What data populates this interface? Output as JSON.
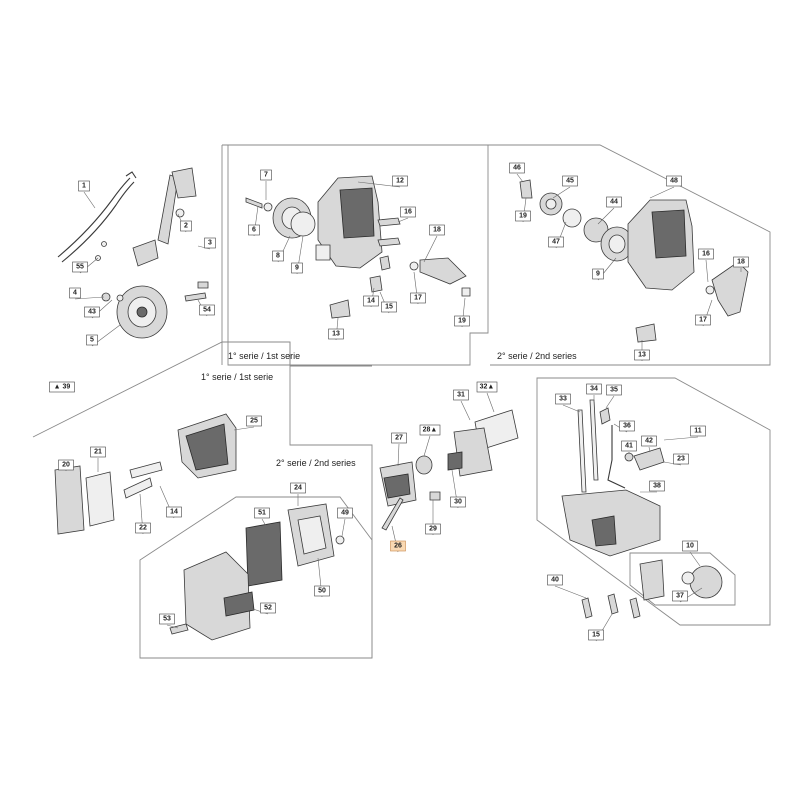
{
  "captions": {
    "top_center": "1° serie / 1st serie",
    "top_right": "2° serie / 2nd series",
    "middle_left": "1° serie / 1st serie",
    "middle_center": "2° serie / 2nd series"
  },
  "colors": {
    "frame": "#8a8a8a",
    "highlight_fill": "#f9d9b3",
    "highlight_stroke": "#c8884a"
  },
  "callouts": [
    {
      "label": "1"
    },
    {
      "label": "2"
    },
    {
      "label": "3"
    },
    {
      "label": "4"
    },
    {
      "label": "55"
    },
    {
      "label": "43"
    },
    {
      "label": "5"
    },
    {
      "label": "54"
    },
    {
      "label": "7"
    },
    {
      "label": "6"
    },
    {
      "label": "8"
    },
    {
      "label": "9"
    },
    {
      "label": "12"
    },
    {
      "label": "16"
    },
    {
      "label": "18"
    },
    {
      "label": "17"
    },
    {
      "label": "14"
    },
    {
      "label": "15"
    },
    {
      "label": "13"
    },
    {
      "label": "19"
    },
    {
      "label": "46"
    },
    {
      "label": "19"
    },
    {
      "label": "45"
    },
    {
      "label": "47"
    },
    {
      "label": "44"
    },
    {
      "label": "48"
    },
    {
      "label": "9"
    },
    {
      "label": "16"
    },
    {
      "label": "18"
    },
    {
      "label": "17"
    },
    {
      "label": "13"
    },
    {
      "label": "▲ 39"
    },
    {
      "label": "25"
    },
    {
      "label": "21"
    },
    {
      "label": "20"
    },
    {
      "label": "14"
    },
    {
      "label": "22"
    },
    {
      "label": "24"
    },
    {
      "label": "51"
    },
    {
      "label": "49"
    },
    {
      "label": "50"
    },
    {
      "label": "52"
    },
    {
      "label": "53"
    },
    {
      "label": "31"
    },
    {
      "label": "32▲"
    },
    {
      "label": "27"
    },
    {
      "label": "28▲"
    },
    {
      "label": "30"
    },
    {
      "label": "29"
    },
    {
      "label": "26",
      "highlight": true
    },
    {
      "label": "34"
    },
    {
      "label": "35"
    },
    {
      "label": "33"
    },
    {
      "label": "36"
    },
    {
      "label": "11"
    },
    {
      "label": "41"
    },
    {
      "label": "42"
    },
    {
      "label": "23"
    },
    {
      "label": "38"
    },
    {
      "label": "10"
    },
    {
      "label": "40"
    },
    {
      "label": "37"
    },
    {
      "label": "15"
    }
  ]
}
